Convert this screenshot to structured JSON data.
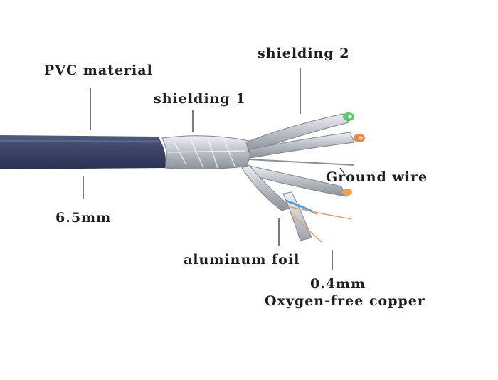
{
  "labels": {
    "pvc": "PVC material",
    "shield1": "shielding 1",
    "shield2": "shielding 2",
    "ground": "Ground wire",
    "diameter": "6.5mm",
    "foil": "aluminum foil",
    "core_size": "0.4mm",
    "core_material": "Oxygen-free copper"
  },
  "colors": {
    "jacket": "#3b4566",
    "foil": "#c9ccd2",
    "copper": "#e08a4f",
    "green": "#5cc86a",
    "blue": "#4aa3e0",
    "leader": "#333333"
  }
}
